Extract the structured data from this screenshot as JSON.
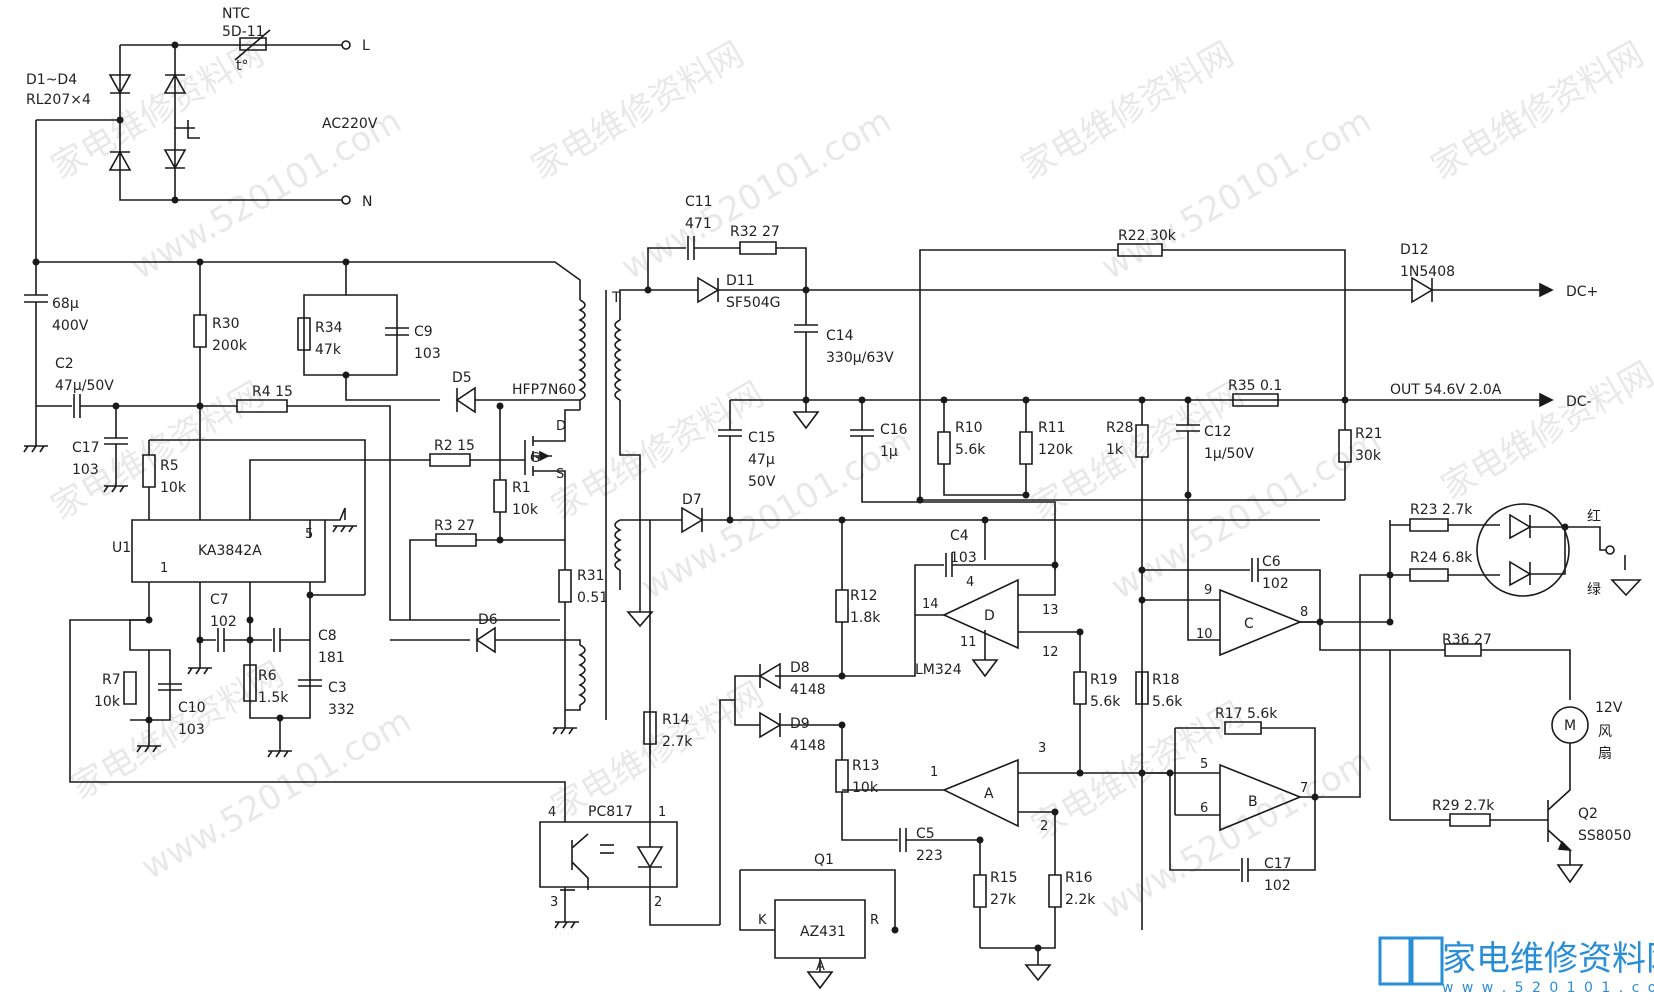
{
  "source": {
    "ntc": "NTC",
    "ntc_part": "5D-11",
    "temp_mark": "t°",
    "line_l": "L",
    "line_n": "N",
    "ac": "AC220V",
    "bridge": "D1~D4",
    "bridge_part": "RL207×4"
  },
  "primary": {
    "c1_val": "68μ",
    "c1_volt": "400V",
    "c2_name": "C2",
    "c2_val": "47μ/50V",
    "c17a_name": "C17",
    "c17a_val": "103",
    "r30_name": "R30",
    "r30_val": "200k",
    "r34_name": "R34",
    "r34_val": "47k",
    "c9_name": "C9",
    "c9_val": "103",
    "d5": "D5",
    "mosfet": "HFP7N60",
    "pin_d": "D",
    "pin_g": "G",
    "pin_s": "S",
    "r4": "R4 15",
    "r2": "R2 15",
    "r3": "R3 27",
    "r5_name": "R5",
    "r5_val": "10k",
    "r1_name": "R1",
    "r1_val": "10k",
    "r31_name": "R31",
    "r31_val": "0.51",
    "u1": "U1",
    "ic": "KA3842A",
    "pin5": "5",
    "pin1": "1",
    "c7_name": "C7",
    "c7_val": "102",
    "c8_name": "C8",
    "c8_val": "181",
    "c3_name": "C3",
    "c3_val": "332",
    "r7_name": "R7",
    "r7_val": "10k",
    "c10_name": "C10",
    "c10_val": "103",
    "r6_name": "R6",
    "r6_val": "1.5k",
    "d6": "D6",
    "transformer": "T",
    "pc817": "PC817",
    "opto_p4": "4",
    "opto_p1": "1",
    "opto_p3": "3",
    "opto_p2": "2"
  },
  "secondary": {
    "c11_name": "C11",
    "c11_val": "471",
    "r32": "R32 27",
    "d11_name": "D11",
    "d11_part": "SF504G",
    "c14_name": "C14",
    "c14_val": "330μ/63V",
    "r22": "R22 30k",
    "d12_name": "D12",
    "d12_part": "1N5408",
    "dc_plus": "DC+",
    "dc_minus": "DC-",
    "r35": "R35 0.1",
    "out": "OUT 54.6V 2.0A",
    "c15_name": "C15",
    "c15_val": "47μ",
    "c15_volt": "50V",
    "c16_name": "C16",
    "c16_val": "1μ",
    "r10_name": "R10",
    "r10_val": "5.6k",
    "r11_name": "R11",
    "r11_val": "120k",
    "r28_name": "R28",
    "r28_val": "1k",
    "c12_name": "C12",
    "c12_val": "1μ/50V",
    "r21_name": "R21",
    "r21_val": "30k",
    "d7": "D7",
    "c4_name": "C4",
    "c4_val": "103",
    "r12_name": "R12",
    "r12_val": "1.8k",
    "lm324": "LM324",
    "opamp_d": "D",
    "p14": "14",
    "p4": "4",
    "p13": "13",
    "p11": "11",
    "p12": "12",
    "c6_name": "C6",
    "c6_val": "102",
    "opamp_c": "C",
    "p9": "9",
    "p10": "10",
    "p8": "8",
    "r23": "R23 2.7k",
    "r24": "R24 6.8k",
    "led_red": "红",
    "led_green": "绿",
    "r36": "R36 27",
    "d8_name": "D8",
    "d8_part": "4148",
    "d9_name": "D9",
    "d9_part": "4148",
    "r14_name": "R14",
    "r14_val": "2.7k",
    "r13_name": "R13",
    "r13_val": "10k",
    "opamp_a": "A",
    "p1": "1",
    "p3": "3",
    "p2": "2",
    "r19_name": "R19",
    "r19_val": "5.6k",
    "r18_name": "R18",
    "r18_val": "5.6k",
    "r17": "R17 5.6k",
    "opamp_b": "B",
    "p5": "5",
    "p6": "6",
    "p7": "7",
    "fan_v": "12V",
    "fan_m": "M",
    "fan_1": "风",
    "fan_2": "扇",
    "c5_name": "C5",
    "c5_val": "223",
    "r15_name": "R15",
    "r15_val": "27k",
    "r16_name": "R16",
    "r16_val": "2.2k",
    "r29": "R29 2.7k",
    "q2_name": "Q2",
    "q2_part": "SS8050",
    "c17b_name": "C17",
    "c17b_val": "102",
    "q1_name": "Q1",
    "q1_part": "AZ431",
    "q1_k": "K",
    "q1_r": "R",
    "q1_a": "A"
  },
  "watermark": {
    "text": "家电维修资料网",
    "url": "www.520101.com",
    "logo": "家电维修资料网",
    "logo_url": "w w w . 5 2 0 1 0 1 . c o m"
  },
  "colors": {
    "ink": "#1a1a1a",
    "logo": "#2a8ed6",
    "watermark": "#d6d6d6"
  }
}
